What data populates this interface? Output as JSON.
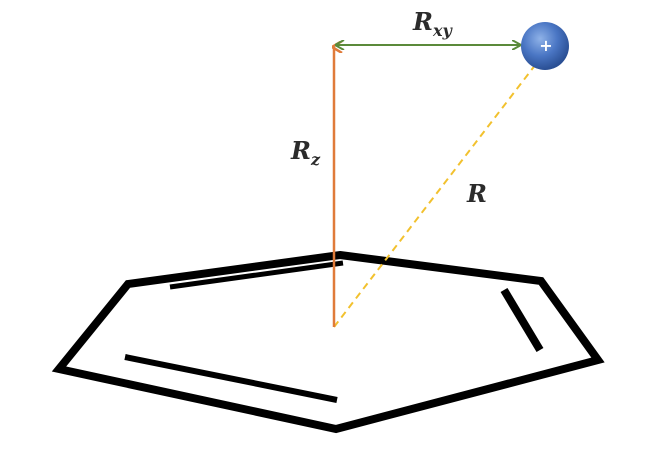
{
  "labels": {
    "rxy_main": "R",
    "rxy_sub": "xy",
    "rz_main": "R",
    "rz_sub": "z",
    "r": "R"
  },
  "charge": {
    "sign": "+"
  },
  "colors": {
    "rxy_arrow": "#5b8a3a",
    "rz_arrow": "#e07b3a",
    "r_dashed": "#f2c12e",
    "ring": "#000000",
    "charge_fill_light": "#7fa4de",
    "charge_fill_dark": "#2f5597"
  }
}
